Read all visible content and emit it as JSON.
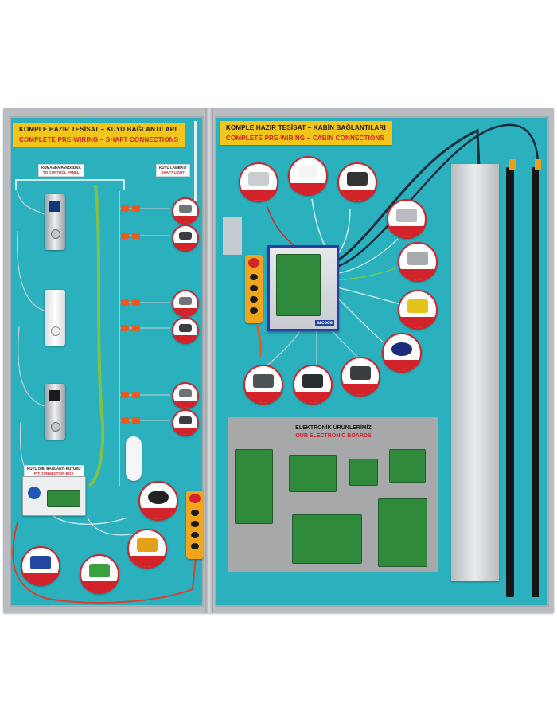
{
  "left_sign": {
    "line_tr": "KOMPLE HAZIR TESİSAT – KUYU BAĞLANTILARI",
    "line_en": "COMPLETE PRE-WIRING – SHAFT CONNECTIONS"
  },
  "right_sign": {
    "line_tr": "KOMPLE HAZIR TESİSAT – KABİN BAĞLANTILARI",
    "line_en": "COMPLETE PRE-WIRING – CABIN CONNECTIONS"
  },
  "control_panel_label": {
    "line_tr": "KUMANDA PANOSUNA",
    "line_en": "TO CONTROL PANEL"
  },
  "shaft_light_label": {
    "line_tr": "KUYU LAMBASI",
    "line_en": "SHAFT LIGHT"
  },
  "pit_box_label": {
    "line_tr": "KUYU DİBİ BAĞLANTI KUTUSU",
    "line_en": "PIT CONNECTION BOX"
  },
  "boards_sign": {
    "line_tr": "ELEKTRONİK ÜRÜNLERİMİZ",
    "line_en": "OUR ELECTRONIC BOARDS"
  },
  "inspection_box_brand": "arcode",
  "colors": {
    "panel_teal": "#2ab1bd",
    "sign_yellow": "#f1c51a",
    "accent_red": "#d2232a",
    "control_box_blue": "#2440a8",
    "pendant_orange": "#f0a51c"
  }
}
